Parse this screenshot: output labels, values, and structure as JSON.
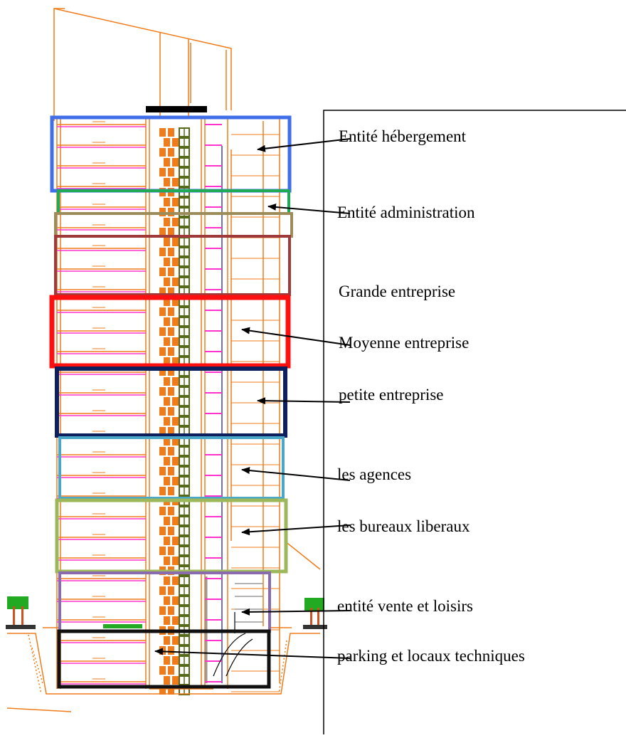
{
  "labels": [
    {
      "id": "hebergement",
      "text": "Entité hébergement",
      "color": "#3f6ee8"
    },
    {
      "id": "administration",
      "text": "Entité administration",
      "color": "#1faa55"
    },
    {
      "id": "grande",
      "text": "Grande entreprise",
      "color": "#a0393a"
    },
    {
      "id": "moyenne",
      "text": "Moyenne entreprise",
      "color": "#ff1010"
    },
    {
      "id": "petite",
      "text": "petite entreprise",
      "color": "#0d1f5c"
    },
    {
      "id": "agences",
      "text": "les agences",
      "color": "#4aa7c8"
    },
    {
      "id": "bureaux",
      "text": "les bureaux liberaux",
      "color": "#9cb85a"
    },
    {
      "id": "vente",
      "text": "entité vente et loisirs",
      "color": "#8a6bb0"
    },
    {
      "id": "parking",
      "text": "parking et locaux techniques",
      "color": "#111111"
    }
  ],
  "colors": {
    "line": "#f07b1a",
    "pink": "#ff33cc",
    "shaft": "#556b1a",
    "olive_band": "#9b8c5a"
  }
}
